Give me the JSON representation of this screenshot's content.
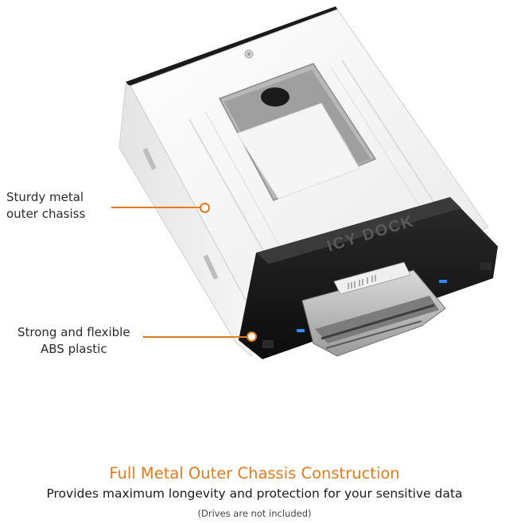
{
  "callouts": {
    "chassis": {
      "line1": "Sturdy metal",
      "line2": "outer chasiss"
    },
    "abs": {
      "line1": "Strong and flexible",
      "line2": "ABS plastic"
    }
  },
  "product": {
    "brand_mark": "ICY DOCK"
  },
  "footer": {
    "headline": "Full Metal Outer Chassis Construction",
    "subline": "Provides maximum longevity and protection for your sensitive data",
    "note": "(Drives are not included)"
  },
  "colors": {
    "accent": "#e07b1f",
    "chassis": "#f2f2f2",
    "abs_plastic": "#151515",
    "led": "#2f8bff"
  }
}
